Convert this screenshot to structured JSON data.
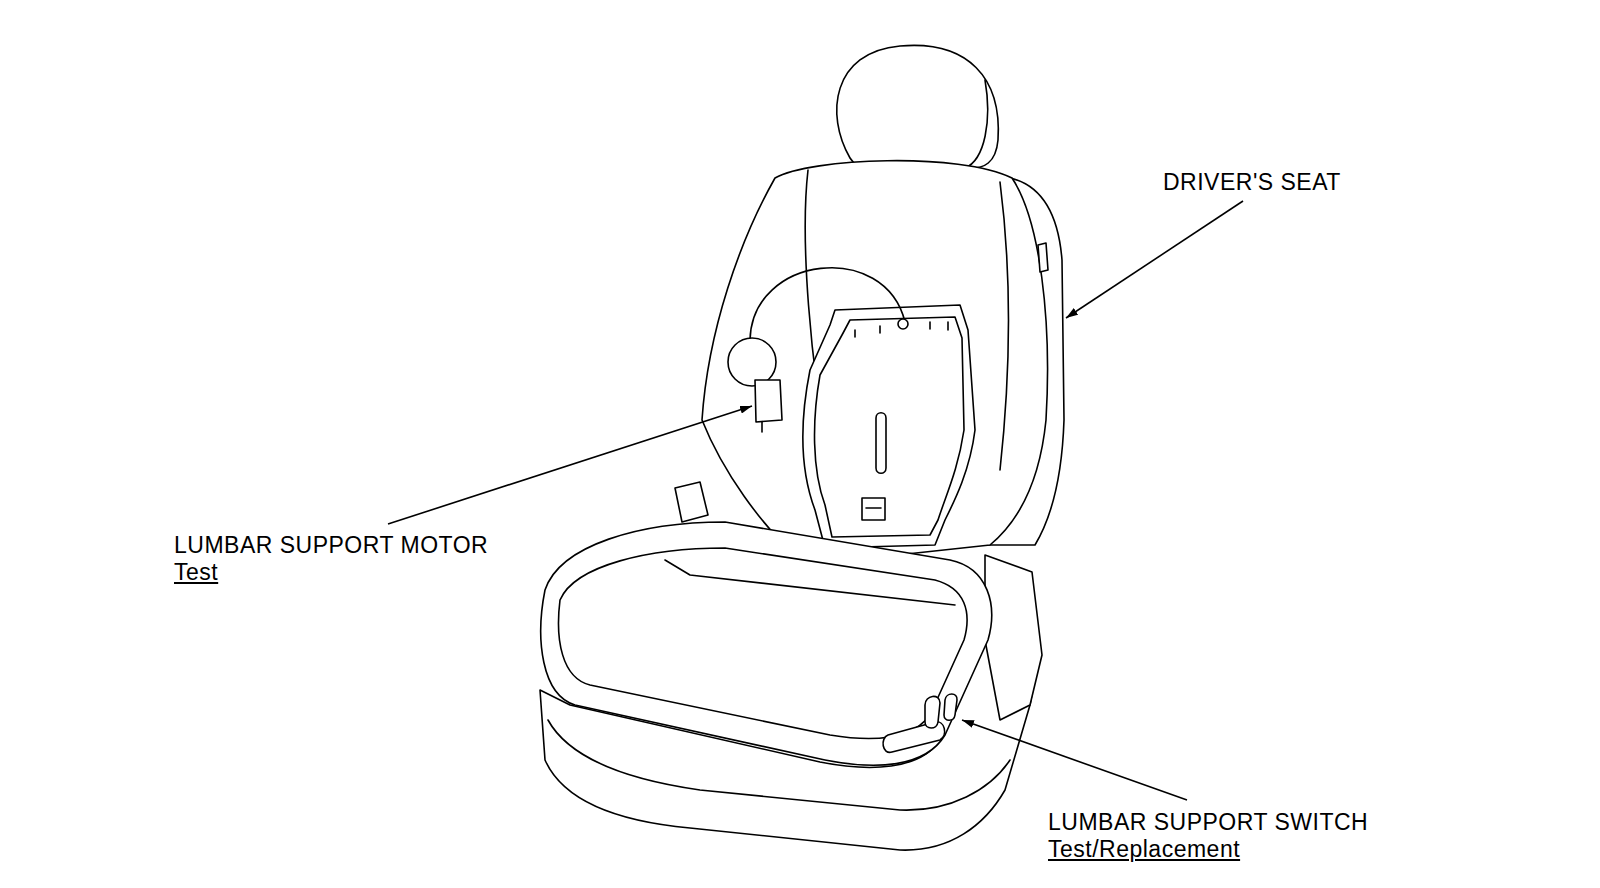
{
  "diagram": {
    "labels": [
      "DRIVER'S SEAT",
      "LUMBAR SUPPORT MOTOR",
      "Test",
      "LUMBAR SUPPORT SWITCH",
      "Test/Replacement"
    ]
  }
}
